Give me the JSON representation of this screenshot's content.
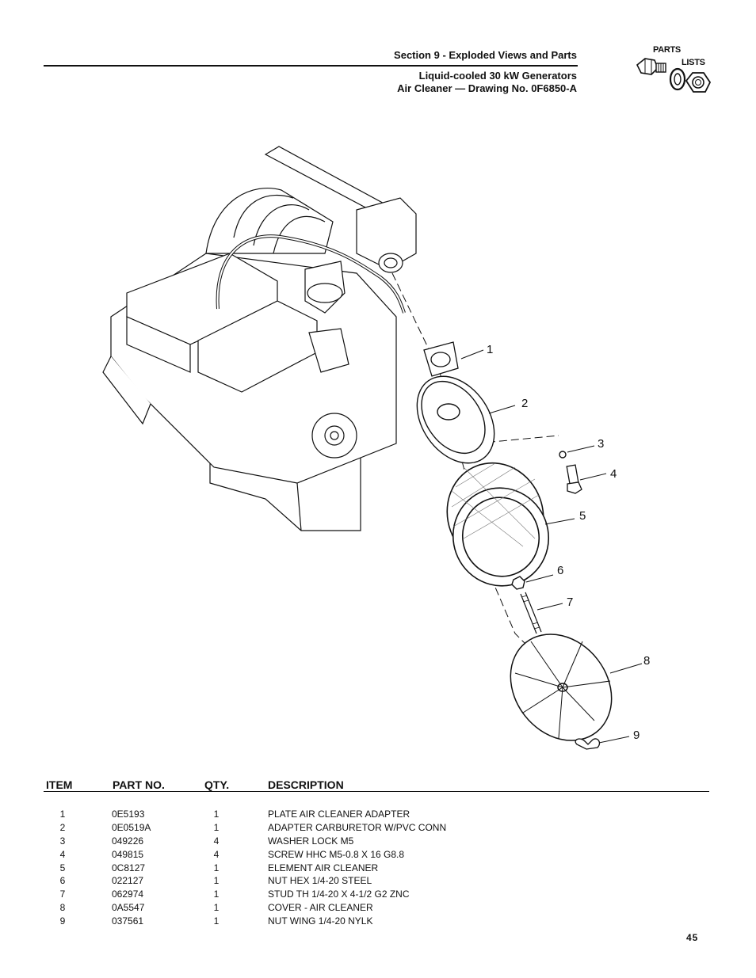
{
  "header": {
    "section": "Section 9 - Exploded Views and Parts",
    "subtitle_line1": "Liquid-cooled 30 kW Generators",
    "subtitle_line2": "Air Cleaner — Drawing No. 0F6850-A",
    "badge_top": "PARTS",
    "badge_bottom": "LISTS"
  },
  "callouts": [
    "1",
    "2",
    "3",
    "4",
    "5",
    "6",
    "7",
    "8",
    "9"
  ],
  "table": {
    "headers": {
      "item": "ITEM",
      "part": "PART NO.",
      "qty": "QTY.",
      "desc": "DESCRIPTION"
    },
    "rows": [
      {
        "item": "1",
        "part": "0E5193",
        "qty": "1",
        "desc": "PLATE AIR CLEANER ADAPTER"
      },
      {
        "item": "2",
        "part": "0E0519A",
        "qty": "1",
        "desc": "ADAPTER CARBURETOR W/PVC CONN"
      },
      {
        "item": "3",
        "part": "049226",
        "qty": "4",
        "desc": "WASHER LOCK M5"
      },
      {
        "item": "4",
        "part": "049815",
        "qty": "4",
        "desc": "SCREW HHC M5-0.8 X 16 G8.8"
      },
      {
        "item": "5",
        "part": "0C8127",
        "qty": "1",
        "desc": "ELEMENT AIR CLEANER"
      },
      {
        "item": "6",
        "part": "022127",
        "qty": "1",
        "desc": "NUT HEX 1/4-20 STEEL"
      },
      {
        "item": "7",
        "part": "062974",
        "qty": "1",
        "desc": "STUD TH 1/4-20 X 4-1/2 G2 ZNC"
      },
      {
        "item": "8",
        "part": "0A5547",
        "qty": "1",
        "desc": "COVER - AIR CLEANER"
      },
      {
        "item": "9",
        "part": "037561",
        "qty": "1",
        "desc": "NUT WING 1/4-20 NYLK"
      }
    ]
  },
  "page_number": "45"
}
